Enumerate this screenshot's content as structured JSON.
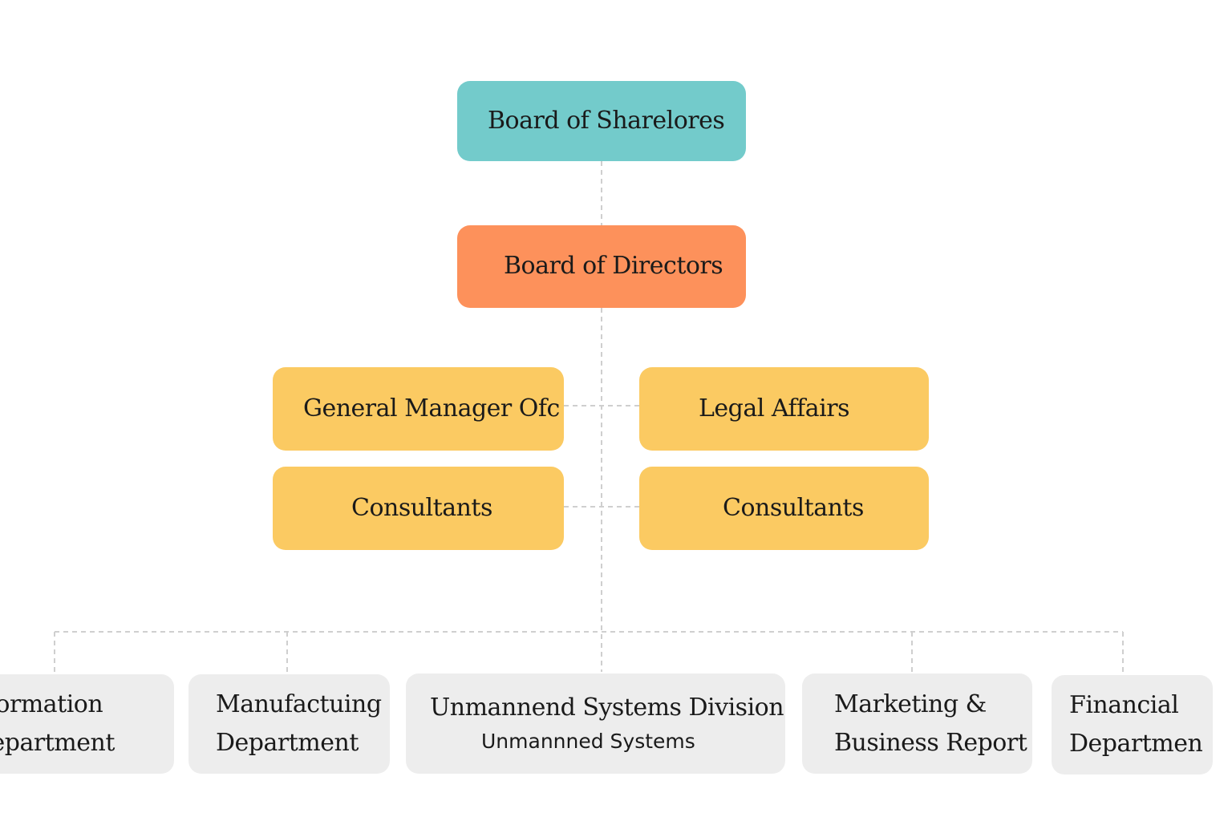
{
  "chart": {
    "nodes": {
      "shareholders": "Board of Sharelores",
      "directors": "Board of Directors",
      "general_manager": "General Manager Ofc",
      "legal_affairs": "Legal Affairs",
      "consultants_left": "Consultants",
      "consultants_right": "Consultants"
    },
    "departments": {
      "information": {
        "line1": "nformation",
        "line2": "Department"
      },
      "manufacturing": {
        "line1": "Manufactuing",
        "line2": "Department"
      },
      "unmanned": {
        "title": "Unmannend Systems Division",
        "subtitle": "Unmannned Systems"
      },
      "marketing": {
        "line1": "Marketing &",
        "line2": "Business Report"
      },
      "financial": {
        "line1": "Financial",
        "line2": "Departmen"
      }
    }
  },
  "colors": {
    "top_node": "#73cbcb",
    "directors_node": "#fd915b",
    "office_nodes": "#fbca62",
    "department_nodes": "#ededed",
    "connector": "#cfcfcf"
  }
}
